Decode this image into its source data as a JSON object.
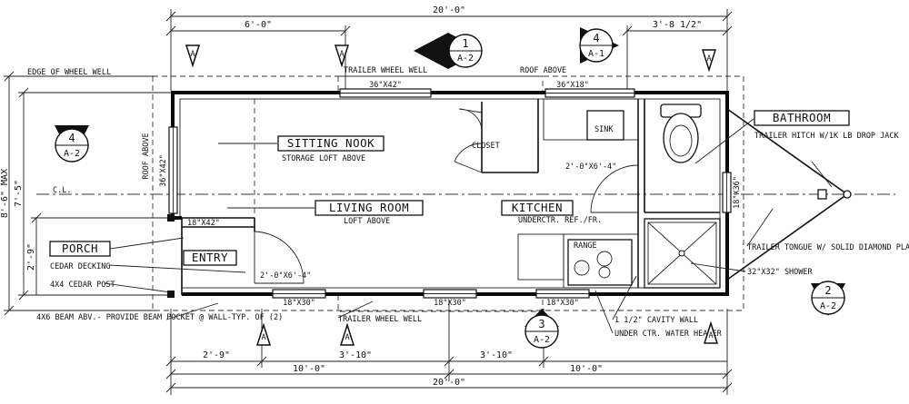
{
  "dimensions": {
    "overall_top": "20'-0\"",
    "overall_bottom": "20'-0\"",
    "top_left": "6'-0\"",
    "top_right": "3'-8 1/2\"",
    "bottom_seg1": "2'-9\"",
    "bottom_seg2": "3'-10\"",
    "bottom_seg3": "3'-10\"",
    "bottom_half_left": "10'-0\"",
    "bottom_half_right": "10'-0\"",
    "left_max": "8'-6\" MAX",
    "left_inner": "7'-5\"",
    "left_lower": "2'-9\""
  },
  "labels": {
    "edge_of_wheel_well": "EDGE OF WHEEL WELL",
    "trailer_wheel_well_top": "TRAILER WHEEL WELL",
    "roof_above_top": "ROOF ABOVE",
    "roof_above_left": "ROOF ABOVE",
    "centerline": "C.L.",
    "closet": "CLOSET",
    "sink": "SINK",
    "storage_loft": "STORAGE LOFT ABOVE",
    "loft_above": "LOFT ABOVE",
    "underctr_ref": "UNDERCTR. REF./FR.",
    "range": "RANGE",
    "trailer_hitch": "TRAILER HITCH W/1K LB DROP JACK",
    "trailer_tongue": "TRAILER TONGUE W/ SOLID DIAMOND PLATE SURFACE",
    "shower": "32\"X32\" SHOWER",
    "cedar_decking": "CEDAR DECKING",
    "cedar_post": "4X4 CEDAR POST",
    "beam_note": "4X6 BEAM ABV.- PROVIDE BEAM POCKET @ WALL-TYP. OF (2)",
    "trailer_wheel_well_bottom": "TRAILER WHEEL WELL",
    "cavity_wall": "1 1/2\" CAVITY WALL",
    "water_heater": "UNDER CTR. WATER HEATER"
  },
  "rooms": {
    "sitting_nook": "SITTING NOOK",
    "living_room": "LIVING ROOM",
    "kitchen": "KITCHEN",
    "bathroom": "BATHROOM",
    "porch": "PORCH",
    "entry": "ENTRY"
  },
  "windows": {
    "top_wheel": "36\"X42\"",
    "top_kitchen": "36\"X18\"",
    "left_wall": "36\"X42\"",
    "right_wall": "18\"X36\"",
    "entry_window": "18\"X42\"",
    "bottom_1": "18\"X30\"",
    "bottom_2": "18\"X30\"",
    "bottom_3": "18\"X30\""
  },
  "doors": {
    "closet_door": "2'-0\"X6'-4\"",
    "entry_door": "2'-0\"X6'-4\""
  },
  "section_markers": {
    "top_center_num": "1",
    "top_center_ref": "A-2",
    "top_right_num": "4",
    "top_right_ref": "A-1",
    "left_num": "4",
    "left_ref": "A-2",
    "bottom_center_num": "3",
    "bottom_center_ref": "A-2",
    "right_num": "2",
    "right_ref": "A-2",
    "view_tag": "A"
  }
}
